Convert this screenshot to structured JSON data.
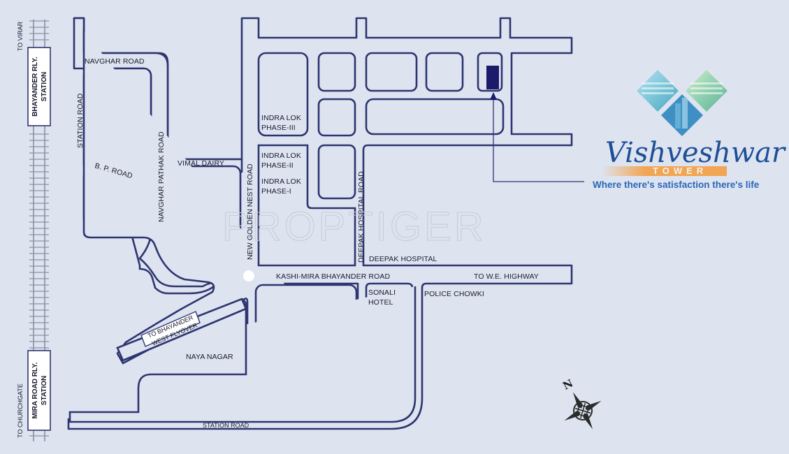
{
  "map": {
    "watermark": "PROPTIGER",
    "stations": {
      "top": "BHAYANDER RLY. STATION",
      "top_line1": "BHAYANDER RLY.",
      "top_line2": "STATION",
      "bottom_line1": "MIRA ROAD RLY.",
      "bottom_line2": "STATION",
      "to_virar": "TO VIRAR",
      "to_churchgate": "TO CHURCHGATE"
    },
    "roads": {
      "navghar_road": "NAVGHAR ROAD",
      "station_road_left": "STATION ROAD",
      "bp_road": "B. P. ROAD",
      "navghar_pathak_road": "NAVGHAR PATHAK ROAD",
      "vimal_dairy": "VIMAL DAIRY",
      "new_golden_nest_road": "NEW GOLDEN NEST ROAD",
      "deepak_hospital_road": "DEEPAK HOSPITAL ROAD",
      "kashi_mira_road": "KASHI-MIRA BHAYANDER ROAD",
      "to_we_highway": "TO W.E. HIGHWAY",
      "station_road_bottom": "STATION ROAD",
      "flyover_line1": "TO BHAYANDER",
      "flyover_line2": "WEST FLYOVER"
    },
    "places": {
      "indra_lok_3_line1": "INDRA LOK",
      "indra_lok_3_line2": "PHASE-III",
      "indra_lok_2_line1": "INDRA LOK",
      "indra_lok_2_line2": "PHASE-II",
      "indra_lok_1_line1": "INDRA LOK",
      "indra_lok_1_line2": "PHASE-I",
      "deepak_hospital": "DEEPAK HOSPITAL",
      "sonali_line1": "SONALI",
      "sonali_line2": "HOTEL",
      "police_chowki": "POLICE CHOWKI",
      "naya_nagar": "NAYA NAGAR"
    },
    "compass_letter": "N",
    "colors": {
      "background": "#dde4f0",
      "road_outline": "#2e3570",
      "project_marker": "#1b1a6b",
      "brand_blue": "#1e4f96"
    }
  },
  "brand": {
    "name": "Vishveshwar",
    "subname": "TOWER",
    "tagline": "Where there's satisfaction there's life"
  }
}
